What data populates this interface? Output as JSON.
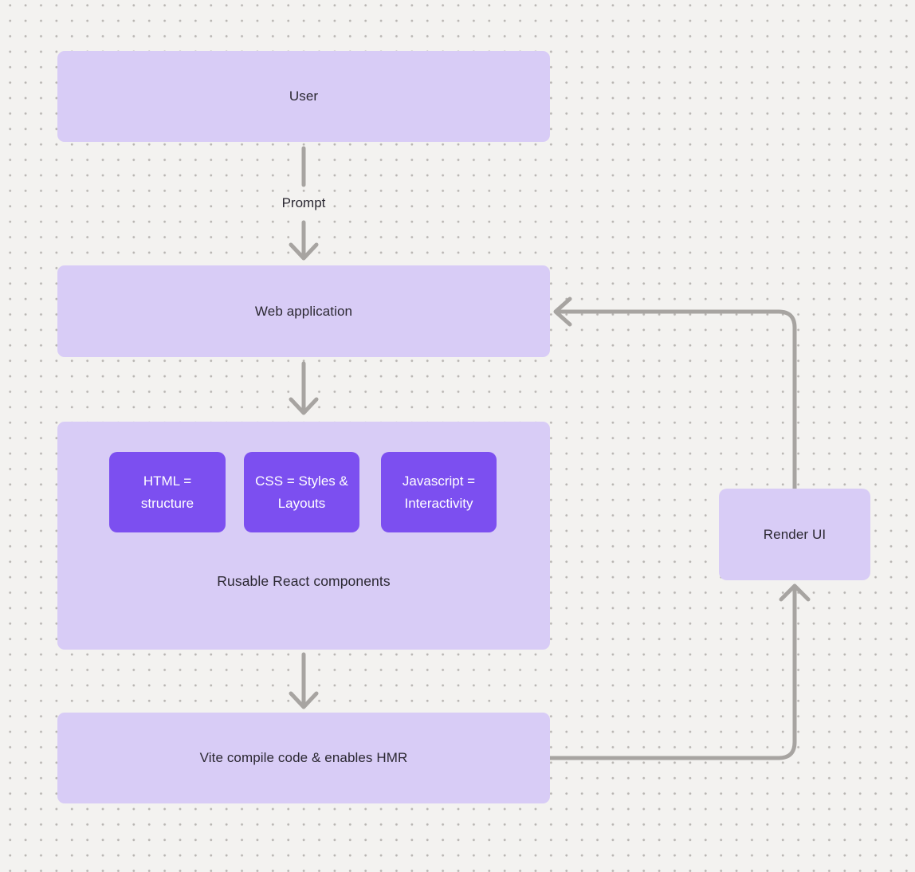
{
  "diagram": {
    "nodes": {
      "user": {
        "label": "User"
      },
      "web_application": {
        "label": "Web application"
      },
      "components_group": {
        "label": "Rusable React components",
        "children": [
          {
            "label": "HTML = structure"
          },
          {
            "label": "CSS = Styles & Layouts"
          },
          {
            "label": "Javascript = Interactivity"
          }
        ]
      },
      "vite": {
        "label": "Vite compile code & enables HMR"
      },
      "render_ui": {
        "label": "Render UI"
      }
    },
    "edges": {
      "prompt_label": "Prompt"
    }
  },
  "colors": {
    "background": "#f3f2f0",
    "dot": "#b8b5b2",
    "node_fill": "#d8ccf6",
    "inner_node_fill": "#7c4ff0",
    "inner_node_text": "#ffffff",
    "arrow": "#a7a4a1",
    "text": "#2b2832"
  }
}
